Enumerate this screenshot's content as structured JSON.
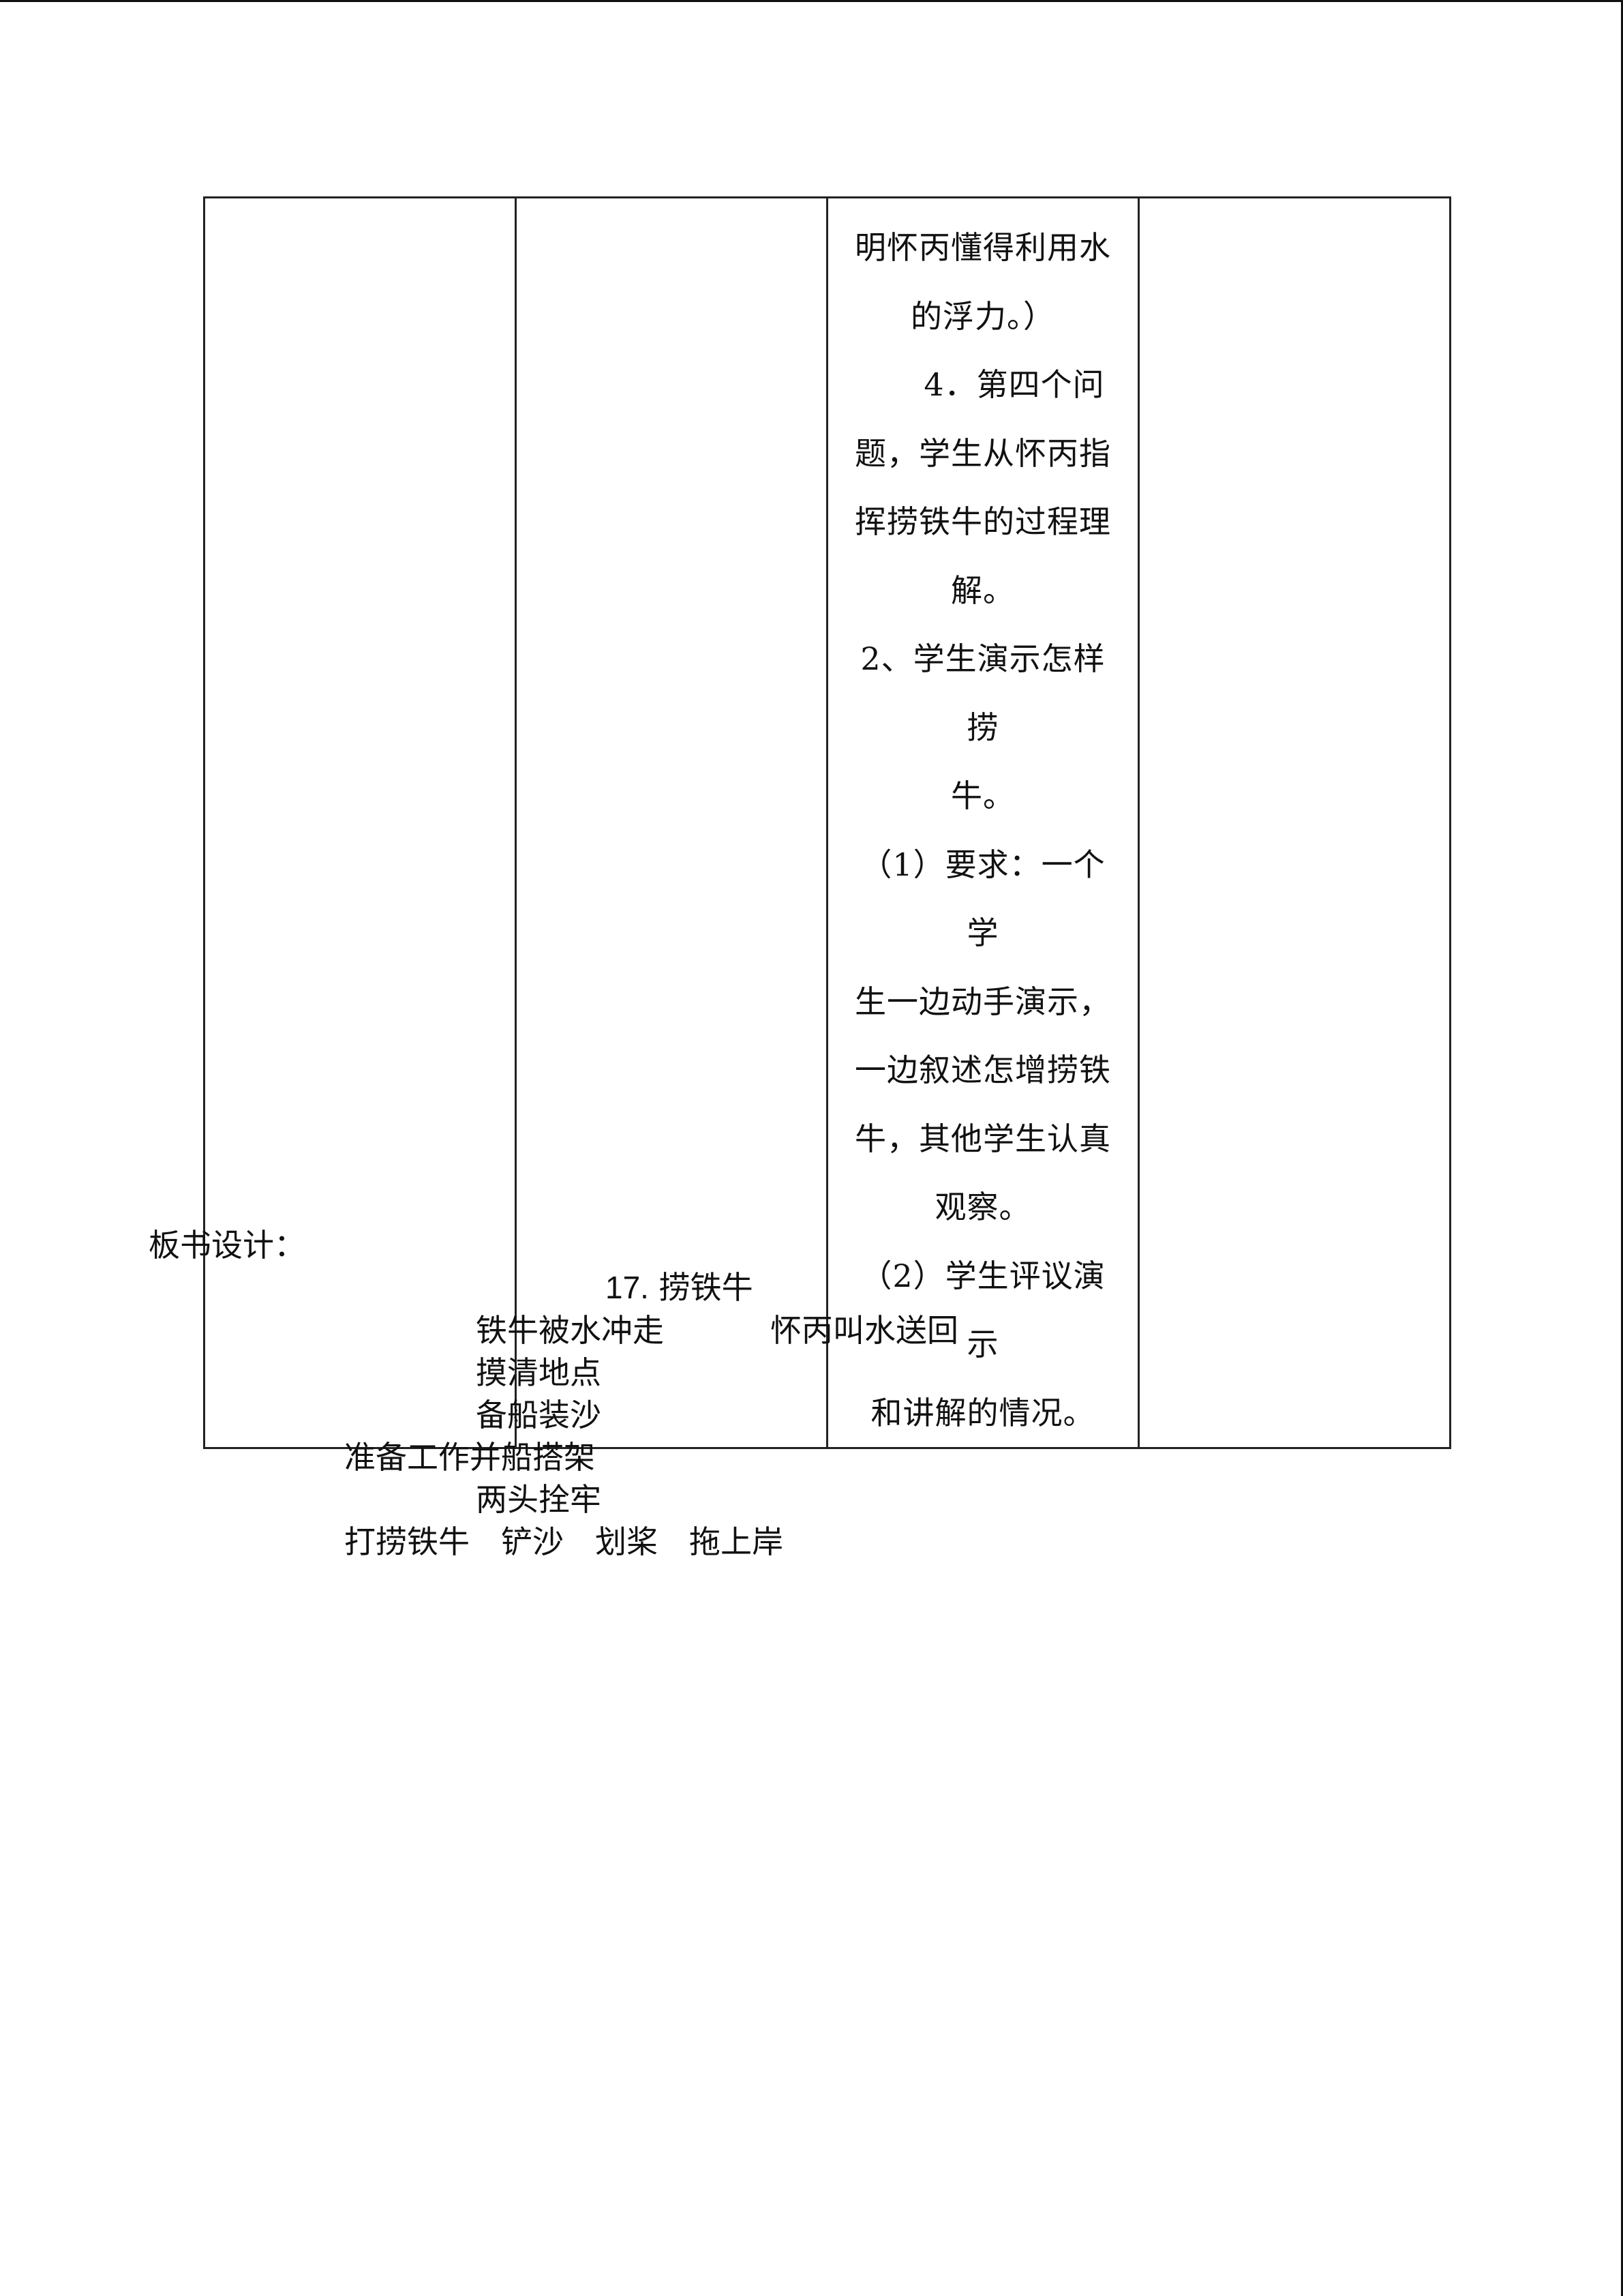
{
  "table": {
    "rows": [
      {
        "cells": [
          {
            "lines": []
          },
          {
            "lines": []
          },
          {
            "lines": [
              "明怀丙懂得利用水",
              "的浮力。）",
              "4．第四个问",
              "题，学生从怀丙指",
              "挥捞铁牛的过程理",
              "解。",
              "2、学生演示怎样捞",
              "牛。",
              "（1）要求：一个学",
              "生一边动手演示，",
              "一边叙述怎增捞铁",
              "牛，其他学生认真",
              "观察。",
              "（2）学生评议演示",
              "和讲解的情况。"
            ]
          },
          {
            "lines": []
          }
        ]
      }
    ]
  },
  "board": {
    "label": "板书设计：",
    "title_number": "17.",
    "title_text": "捞铁牛",
    "line1_left": "铁牛被水冲走",
    "line1_right": "怀丙叫水送回",
    "line2": "摸清地点",
    "line3": "备船装沙",
    "line4": "准备工作并船搭架",
    "line5": "两头拴牢",
    "line6": "打捞铁牛　铲沙　划桨　拖上岸"
  }
}
